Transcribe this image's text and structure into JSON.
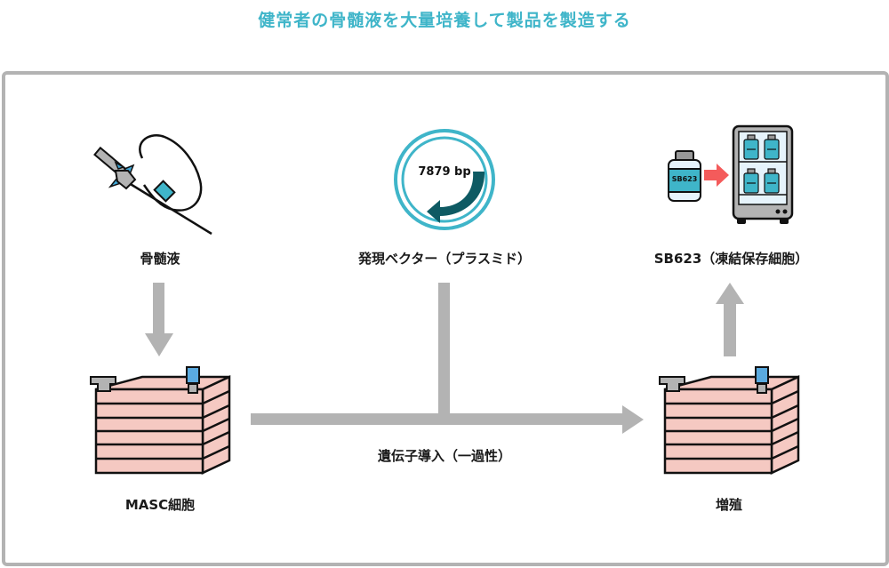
{
  "title": "健常者の骨髄液を大量培養して製品を製造する",
  "colors": {
    "title": "#3fb5c9",
    "frame": "#b3b3b3",
    "arrow": "#b3b3b3",
    "teal": "#3fb5c9",
    "dark_teal": "#0e5a63",
    "pink_flask": "#f5c9c2",
    "red_arrow": "#f45b5b",
    "blue_cap": "#5aaadf",
    "fridge_glass": "#e6f3fb",
    "gray_part": "#b3b3b3"
  },
  "steps": {
    "bone_marrow": {
      "label": "骨髄液",
      "icon": "syringe-needle-icon"
    },
    "vector": {
      "label": "発現ベクター（プラスミド）",
      "icon": "plasmid-icon",
      "plasmid_size": "7879 bp"
    },
    "product": {
      "label": "SB623（凍結保存細胞）",
      "icon": "vial-to-freezer-icon",
      "vial_label": "SB623"
    },
    "masc": {
      "label": "MASC細胞",
      "icon": "cell-culture-flask-icon"
    },
    "expansion": {
      "label": "増殖",
      "icon": "cell-culture-flask-icon"
    },
    "transfection": {
      "label": "遺伝子導入（一過性）"
    }
  }
}
